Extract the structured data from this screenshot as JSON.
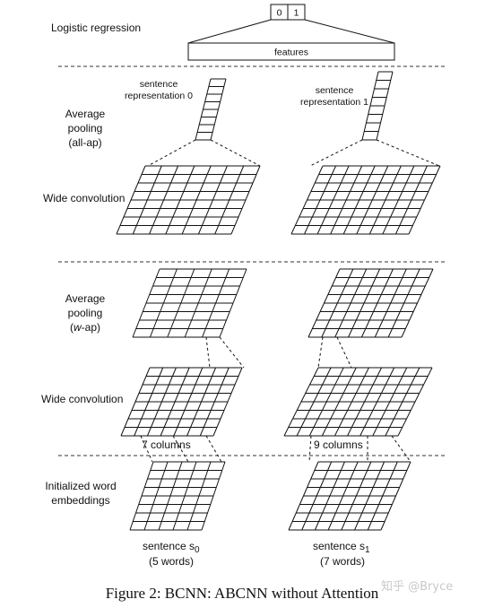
{
  "labels": {
    "logistic_regression": "Logistic regression",
    "output_0": "0",
    "output_1": "1",
    "features": "features",
    "avg_pool_all_1": "Average",
    "avg_pool_all_2": "pooling",
    "avg_pool_all_3": "(all-ap)",
    "sent_rep0_1": "sentence",
    "sent_rep0_2": "representation 0",
    "sent_rep1_1": "sentence",
    "sent_rep1_2": "representation 1",
    "wide_conv_top": "Wide convolution",
    "avg_pool_w_1": "Average",
    "avg_pool_w_2": "pooling",
    "avg_pool_w_3a": "(",
    "avg_pool_w_3b": "w",
    "avg_pool_w_3c": "-ap)",
    "wide_conv_bottom": "Wide convolution",
    "cols_left": "7 columns",
    "cols_right": "9 columns",
    "init_word_1": "Initialized word",
    "init_word_2": "embeddings",
    "sentence_left": "sentence s",
    "sentence_left_sub": "0",
    "words_left": "(5 words)",
    "sentence_right": "sentence s",
    "sentence_right_sub": "1",
    "words_right": "(7 words)"
  },
  "caption": "Figure 2: BCNN: ABCNN without Attention",
  "watermark": "知乎 @Bryce"
}
